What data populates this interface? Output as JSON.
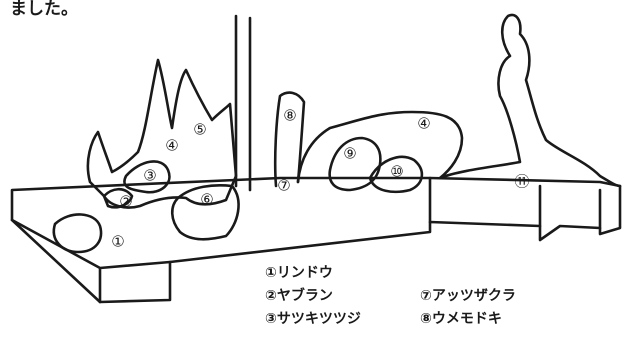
{
  "caption": "ました。",
  "labels": [
    "①",
    "②",
    "③",
    "④",
    "⑤",
    "⑥",
    "⑦",
    "⑧",
    "⑨",
    "⑩",
    "④",
    "⑪"
  ],
  "legend": {
    "left": [
      "①リンドウ",
      "②ヤブラン",
      "③サツキツツジ"
    ],
    "right": [
      "⑦アッツザクラ",
      "⑧ウメモドキ"
    ]
  }
}
